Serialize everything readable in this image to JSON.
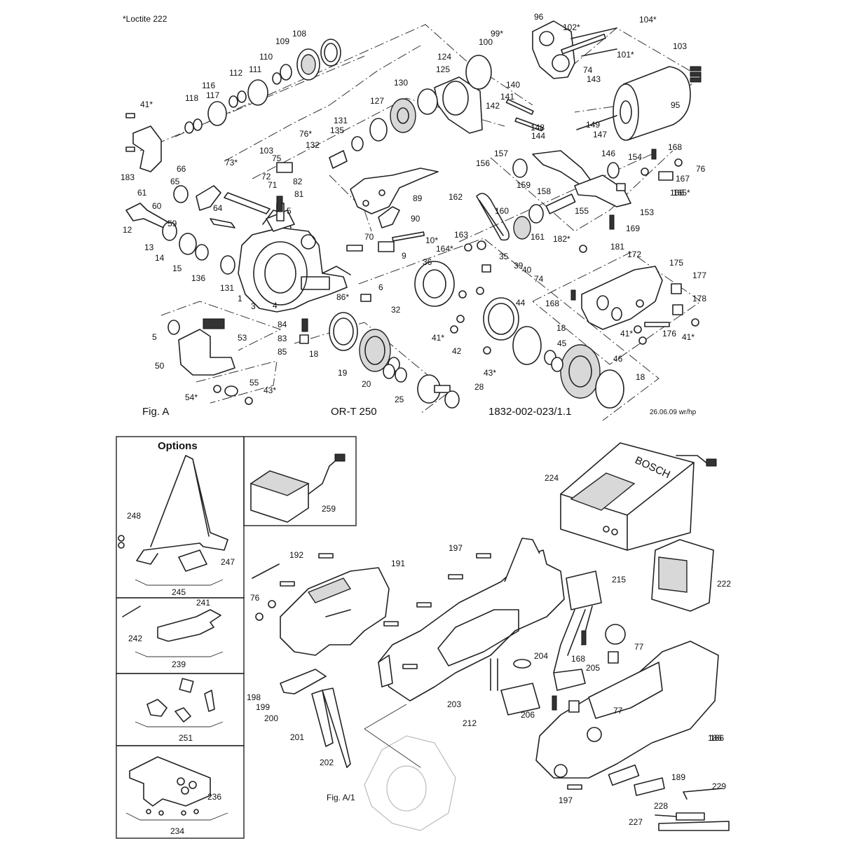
{
  "header": {
    "note": "*Loctite 222"
  },
  "footer": {
    "fig_label": "Fig. A",
    "model": "OR-T 250",
    "drawing_number": "1832-002-023/1.1",
    "date_stamp": "26.06.09 wr/hp"
  },
  "options": {
    "title": "Options"
  },
  "lower": {
    "fig_ref": "Fig. A/1",
    "charger_brand": "BOSCH"
  },
  "part_labels": [
    "96",
    "104*",
    "102*",
    "103",
    "99*",
    "100",
    "101*",
    "108",
    "109",
    "124",
    "110",
    "111",
    "112",
    "116",
    "117",
    "118",
    "41*",
    "125",
    "130",
    "74",
    "143",
    "140",
    "141",
    "142",
    "95",
    "127",
    "131",
    "135",
    "132",
    "76*",
    "103",
    "73*",
    "75",
    "72",
    "71",
    "82",
    "81",
    "66",
    "65",
    "61",
    "60",
    "64",
    "183",
    "148",
    "144",
    "149",
    "147",
    "146",
    "157",
    "156",
    "159",
    "158",
    "154",
    "168",
    "76",
    "167",
    "166",
    "165*",
    "153",
    "89",
    "90",
    "162",
    "160",
    "161",
    "155",
    "169",
    "163",
    "164*",
    "70",
    "9",
    "10*",
    "5",
    "12",
    "13",
    "14",
    "15",
    "59",
    "136",
    "131",
    "1",
    "3",
    "4",
    "86*",
    "6",
    "36",
    "35",
    "39",
    "40",
    "181",
    "182*",
    "172",
    "175",
    "177",
    "178",
    "74",
    "168",
    "32",
    "44",
    "41*",
    "176",
    "41*",
    "41*",
    "42",
    "43*",
    "18",
    "45",
    "46",
    "18",
    "84",
    "83",
    "85",
    "18",
    "19",
    "20",
    "25",
    "28",
    "5",
    "53",
    "50",
    "55",
    "54*",
    "43*",
    "224",
    "222",
    "259",
    "248",
    "247",
    "245",
    "241",
    "242",
    "239",
    "251",
    "236",
    "234",
    "197",
    "192",
    "191",
    "215",
    "76",
    "168",
    "77",
    "204",
    "205",
    "77",
    "186",
    "206",
    "198",
    "199",
    "200",
    "203",
    "212",
    "201",
    "202",
    "186",
    "189",
    "229",
    "197",
    "228",
    "227"
  ]
}
